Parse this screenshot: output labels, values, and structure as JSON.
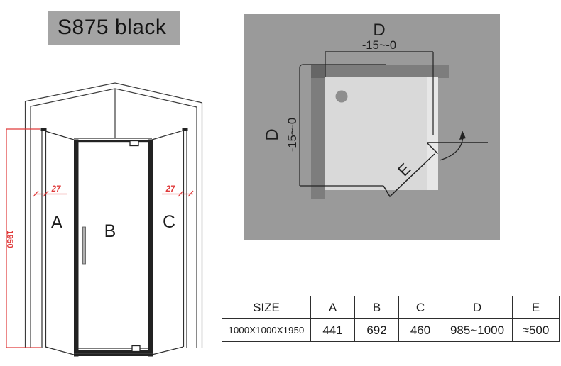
{
  "title": "S875 black",
  "front_view": {
    "labels": {
      "panel_a": "A",
      "panel_b": "B",
      "panel_c": "C"
    },
    "dimensions": {
      "height": "1950",
      "left_gap": "27",
      "right_gap": "27"
    }
  },
  "top_view": {
    "top_dim_label": "D",
    "top_dim_range": "-15~-0",
    "left_dim_label": "D",
    "left_dim_range": "-15~-0",
    "door_dim_label": "E"
  },
  "spec_table": {
    "headers": [
      "SIZE",
      "A",
      "B",
      "C",
      "D",
      "E"
    ],
    "row": [
      "1000X1000X1950",
      "441",
      "692",
      "460",
      "985~1000",
      "≈500"
    ]
  },
  "colors": {
    "dimension_red": "#e03a3a",
    "diagram_bg": "#9a9a9a",
    "tray_light": "#d9d9d9",
    "title_box_bg": "#a4a4a4",
    "line_dark": "#222222"
  }
}
